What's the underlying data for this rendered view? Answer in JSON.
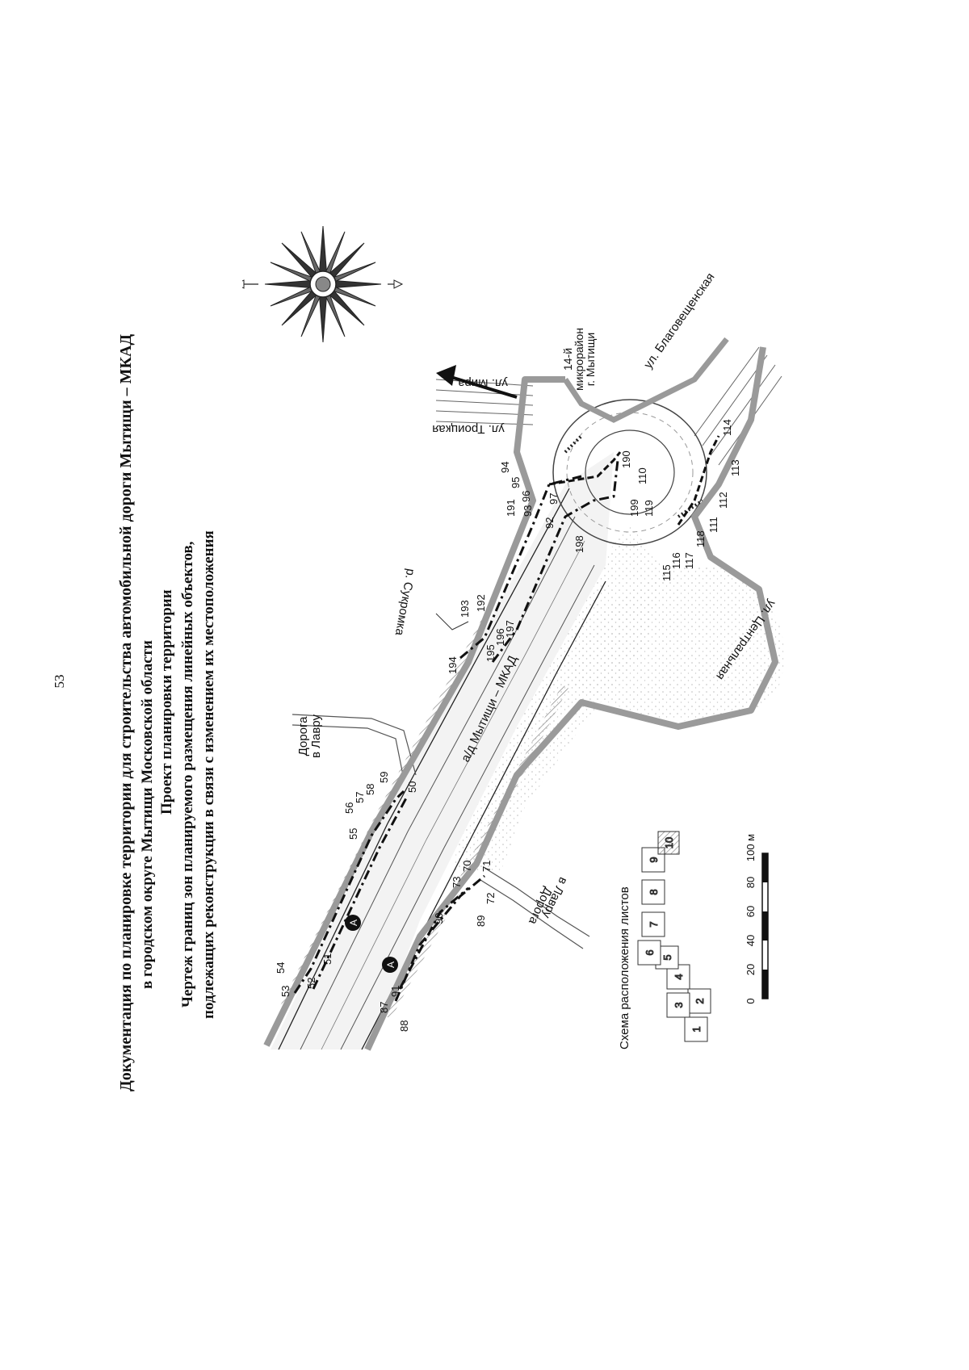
{
  "page_number": "53",
  "title": {
    "line1": "Документация по планировке территории для строительства автомобильной дороги Мытищи – МКАД",
    "line2": "в городском округе Мытищи Московской области",
    "line3": "Проект планировки территории",
    "line4": "Чертеж границ зон планируемого размещения линейных объектов,",
    "line5": "подлежащих реконструкции в связи с изменением их местоположения"
  },
  "compass": {
    "north": "N"
  },
  "labels": {
    "ul_mira": "ул. Мира",
    "ul_troitskaya": "ул. Троицкая",
    "mikrorayon_1": "14-й",
    "mikrorayon_2": "микрорайон",
    "mikrorayon_3": "г. Мытищи",
    "ul_blagoveshchenskaya": "ул. Благовещенская",
    "ul_tsentralnaya": "ул. Центральная",
    "river": "р. Сукромка",
    "road": "а/д Мытищи – МКАД",
    "lavra_top_1": "Дорога",
    "lavra_top_2": "в Лавру",
    "lavra_bottom_1": "Дорога",
    "lavra_bottom_2": "в Лавру"
  },
  "point_labels": {
    "p50": "50",
    "p51": "51",
    "p52": "52",
    "p53": "53",
    "p54": "54",
    "p55": "55",
    "p56": "56",
    "p57": "57",
    "p58": "58",
    "p59": "59",
    "p70": "70",
    "p71": "71",
    "p72": "72",
    "p73": "73",
    "p87": "87",
    "p88": "88",
    "p89": "89",
    "p90": "90",
    "p91": "91",
    "p92": "92",
    "p93": "93",
    "p94": "94",
    "p95": "95",
    "p96": "96",
    "p97": "97",
    "p110": "110",
    "p111": "111",
    "p112": "112",
    "p113": "113",
    "p114": "114",
    "p115": "115",
    "p116": "116",
    "p117": "117",
    "p118": "118",
    "p119": "119",
    "p190": "190",
    "p191": "191",
    "p192": "192",
    "p193": "193",
    "p194": "194",
    "p195": "195",
    "p196": "196",
    "p197": "197",
    "p198": "198",
    "p199": "199"
  },
  "markers": {
    "marker_a": "А"
  },
  "sheet_layout": {
    "title": "Схема расположения листов",
    "sheets": [
      "1",
      "2",
      "3",
      "4",
      "5",
      "6",
      "7",
      "8",
      "9",
      "10"
    ],
    "current_sheet": "10"
  },
  "scale_bar": {
    "ticks": [
      "0",
      "20",
      "40",
      "60",
      "80",
      "100 м"
    ]
  },
  "colors": {
    "boundary_gray": "#9a9a9a",
    "dash_line": "#111111",
    "hatch": "#8a8a8a",
    "stipple": "#e4e4e4"
  }
}
